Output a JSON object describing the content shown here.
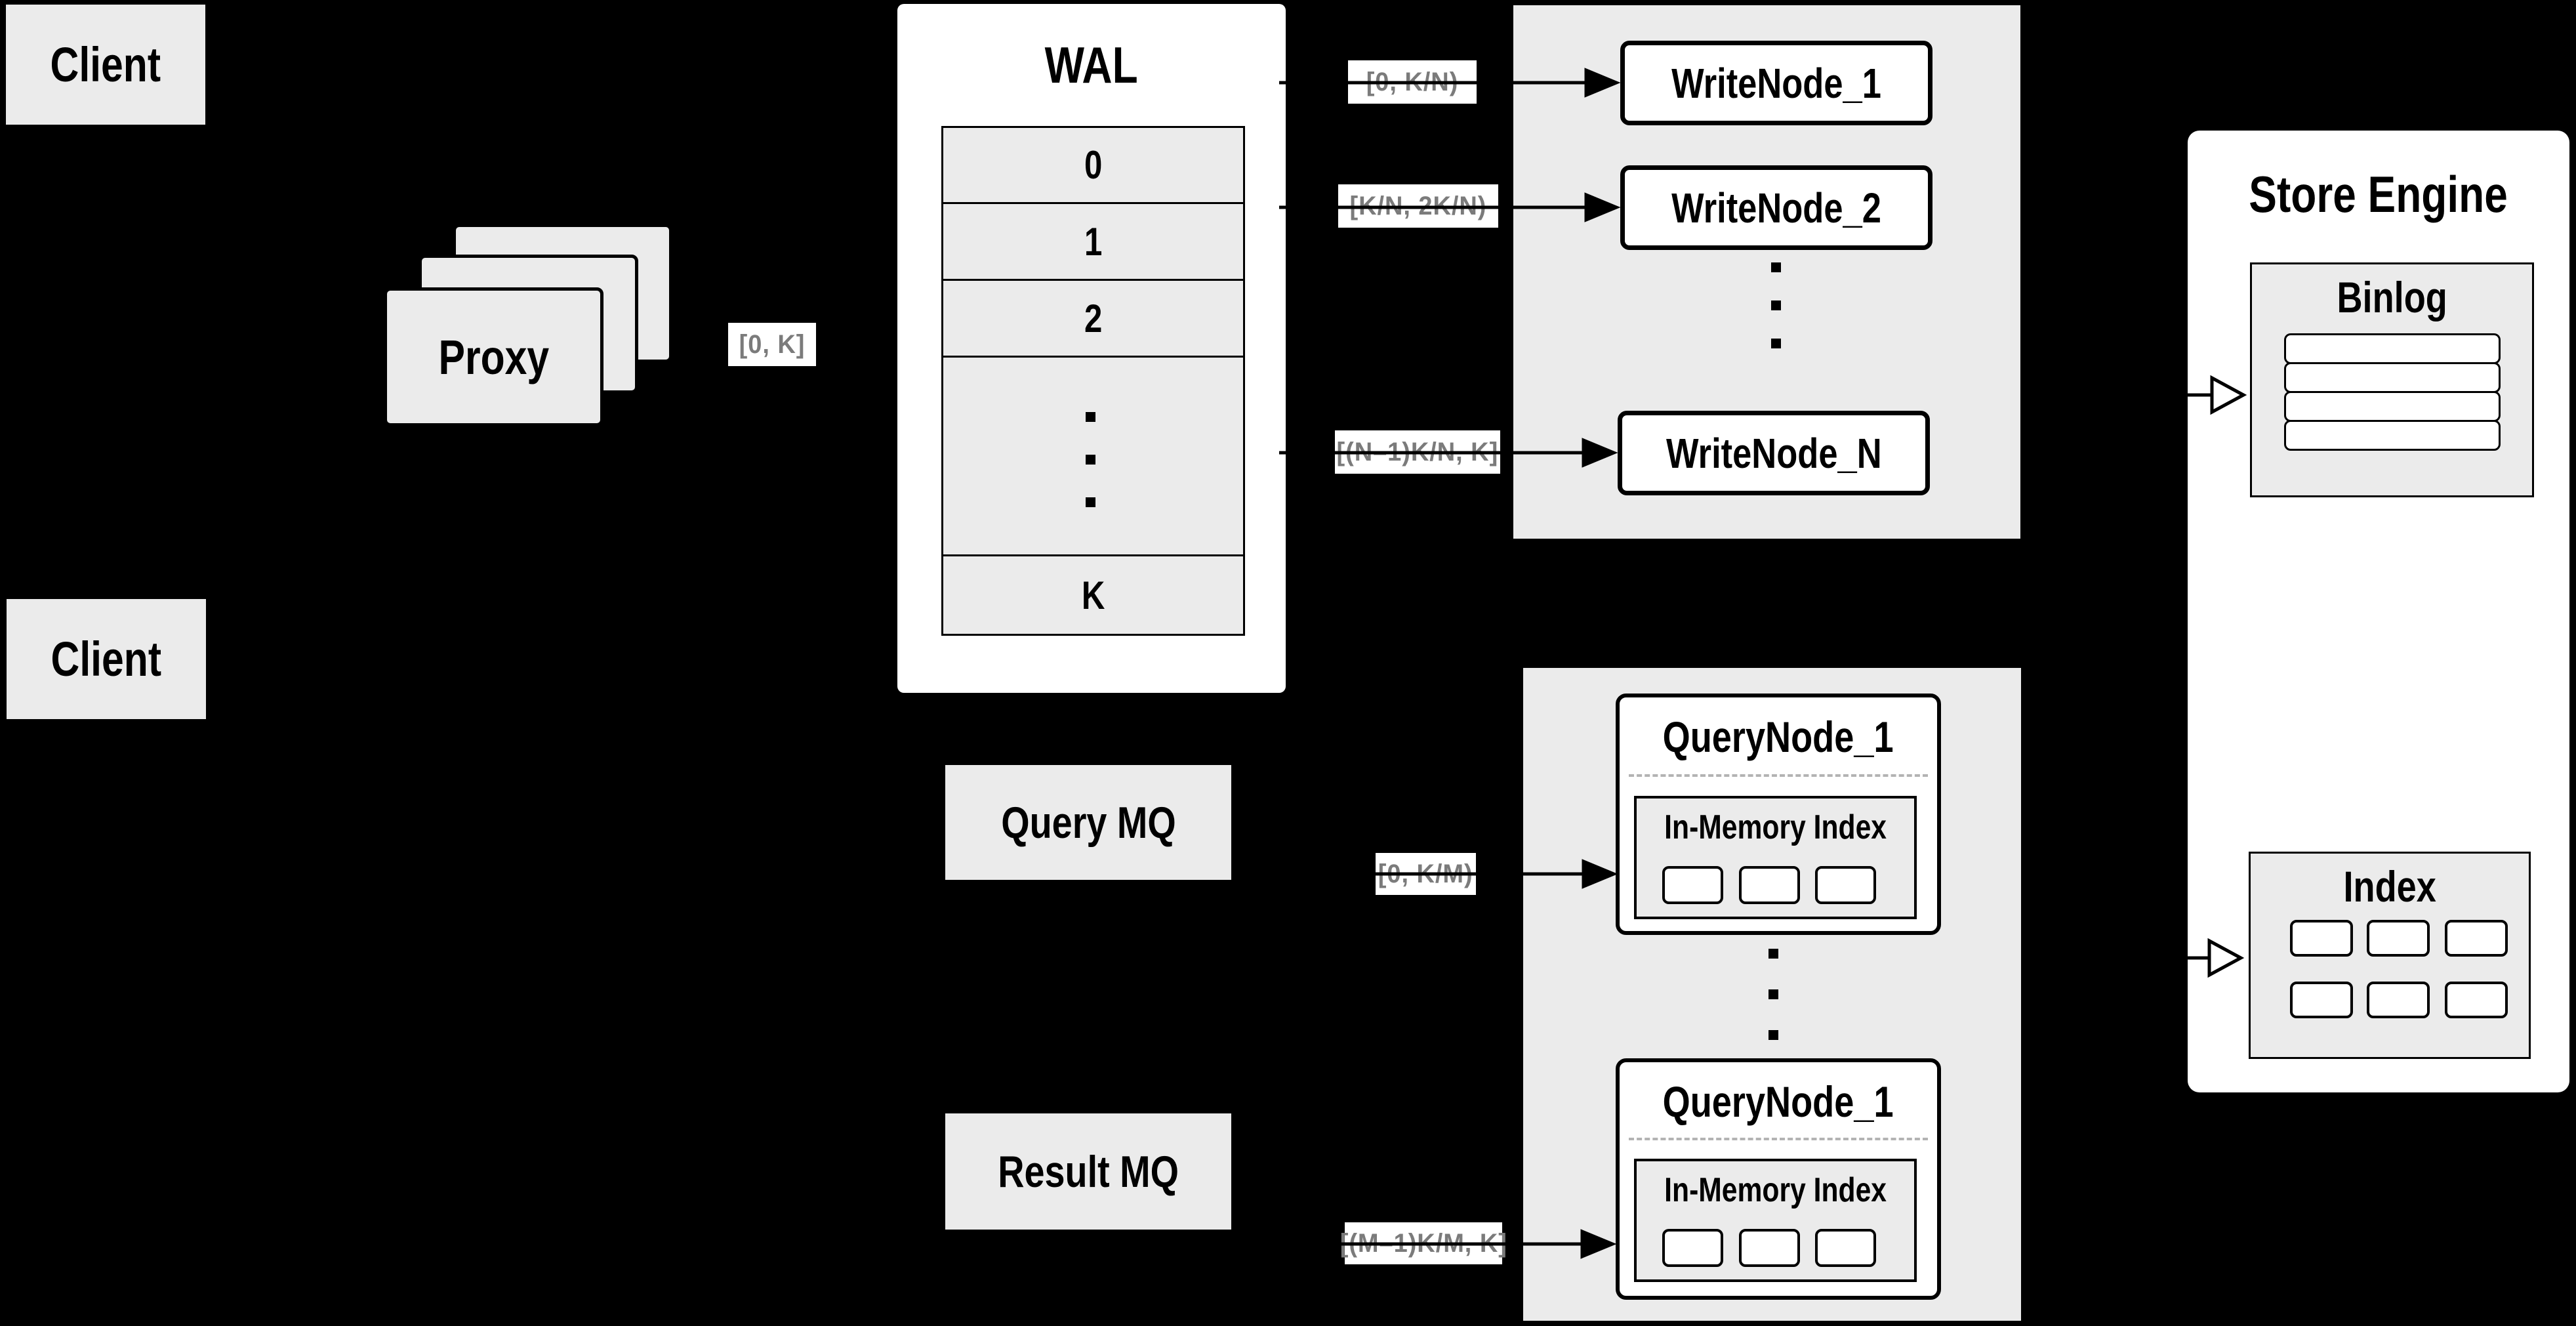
{
  "canvas": {
    "background": "#000000"
  },
  "colors": {
    "panel_fill": "#ebebeb",
    "node_fill": "#ffffff",
    "line": "#000000",
    "text": "#000000",
    "range_label_text": "#7b7b7b",
    "range_label_bg": "#ffffff",
    "dashed_divider": "#b3b3b3"
  },
  "clients": {
    "top": "Client",
    "bottom": "Client"
  },
  "proxy": {
    "label": "Proxy"
  },
  "wal": {
    "title": "WAL",
    "rows": [
      "0",
      "1",
      "2"
    ],
    "last_row": "K"
  },
  "range_labels": {
    "proxy_to_wal": "[0, K]",
    "wal_to_writenode_1": "[0, K/N)",
    "wal_to_writenode_2": "[K/N, 2K/N)",
    "wal_to_writenode_n": "[(N–1)K/N, K]",
    "query_mq_to_querynode": "[0, K/M)",
    "result_mq_to_querynode": "[(M–1)K/M, K]"
  },
  "write_nodes": {
    "node_1": "WriteNode_1",
    "node_2": "WriteNode_2",
    "node_n": "WriteNode_N"
  },
  "query_mq": {
    "label": "Query MQ"
  },
  "result_mq": {
    "label": "Result MQ"
  },
  "query_nodes": {
    "top": {
      "title": "QueryNode_1",
      "index_title": "In-Memory Index"
    },
    "bottom": {
      "title": "QueryNode_1",
      "index_title": "In-Memory Index"
    }
  },
  "store_engine": {
    "title": "Store Engine",
    "binlog": {
      "title": "Binlog"
    },
    "index": {
      "title": "Index"
    }
  }
}
